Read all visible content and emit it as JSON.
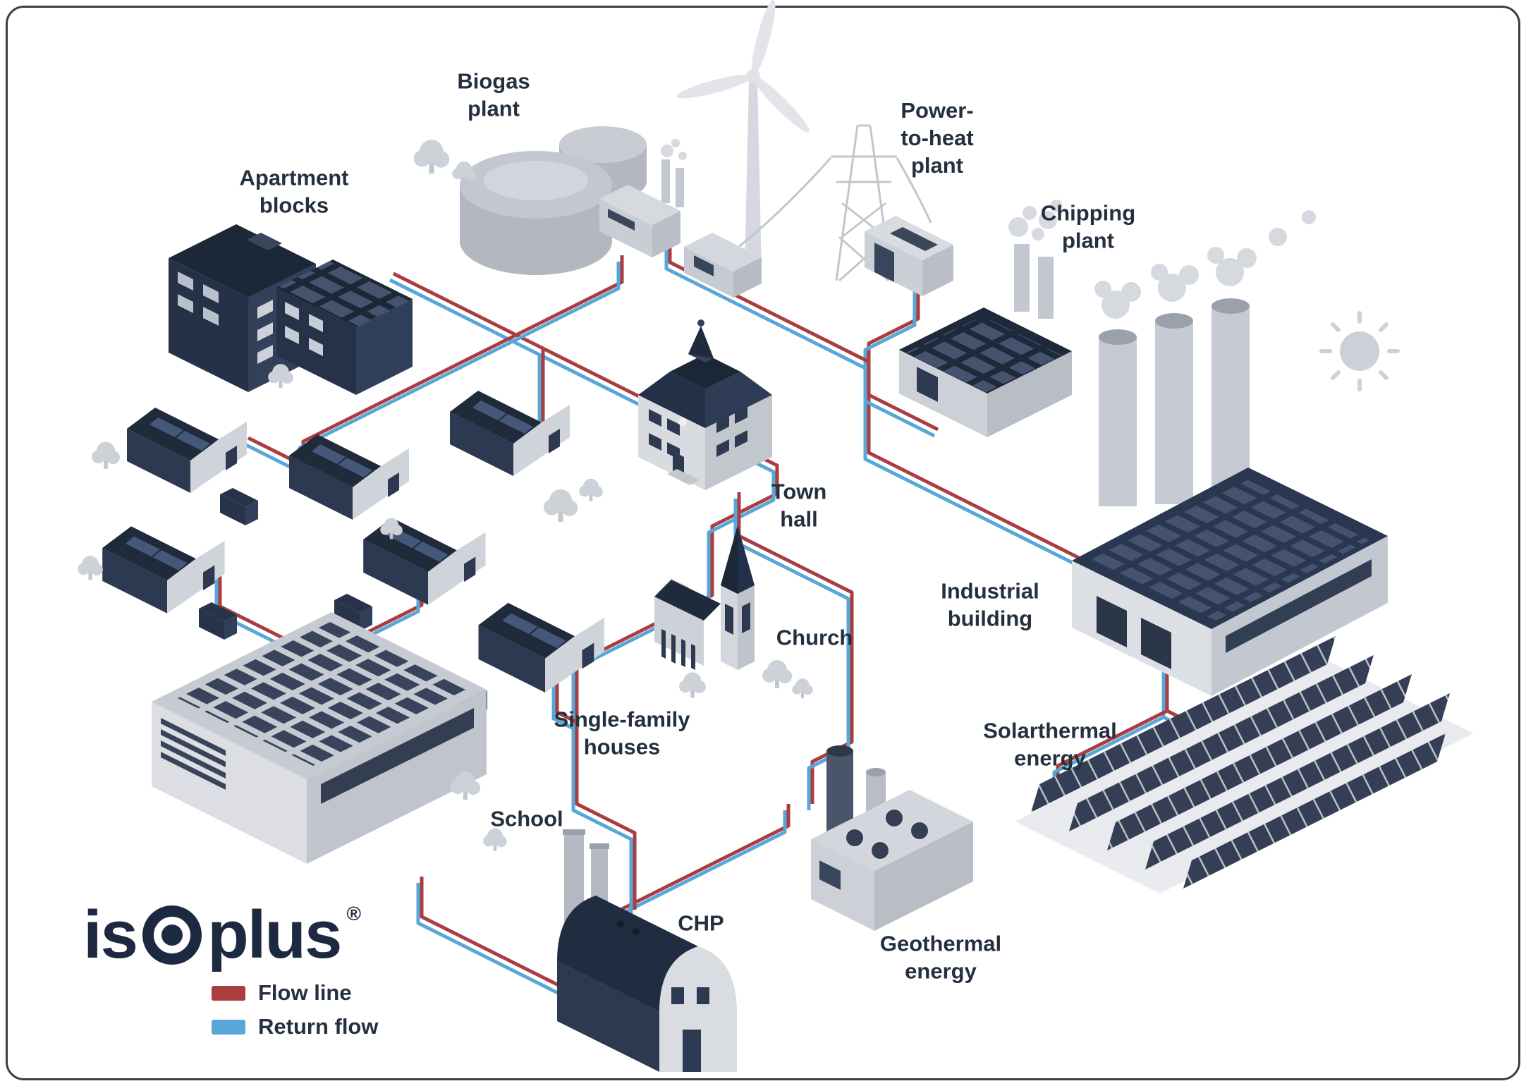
{
  "diagram": {
    "labels": {
      "biogas": "Biogas\nplant",
      "apartment": "Apartment\nblocks",
      "power_to_heat": "Power-\nto-heat\nplant",
      "chipping": "Chipping\nplant",
      "town_hall": "Town\nhall",
      "church": "Church",
      "industrial": "Industrial\nbuilding",
      "single_family": "Single-family\nhouses",
      "solarthermal": "Solarthermal\nenergy",
      "school": "School",
      "chp": "CHP",
      "geothermal": "Geothermal\nenergy"
    }
  },
  "logo": {
    "is": "is",
    "plus": "plus",
    "registered": "®"
  },
  "legend": {
    "flow": "Flow line",
    "return": "Return flow"
  },
  "colors": {
    "flow_line": "#a93d3f",
    "return_flow": "#58a7d8",
    "ink": "#25303f",
    "building_dark": "#243048"
  }
}
